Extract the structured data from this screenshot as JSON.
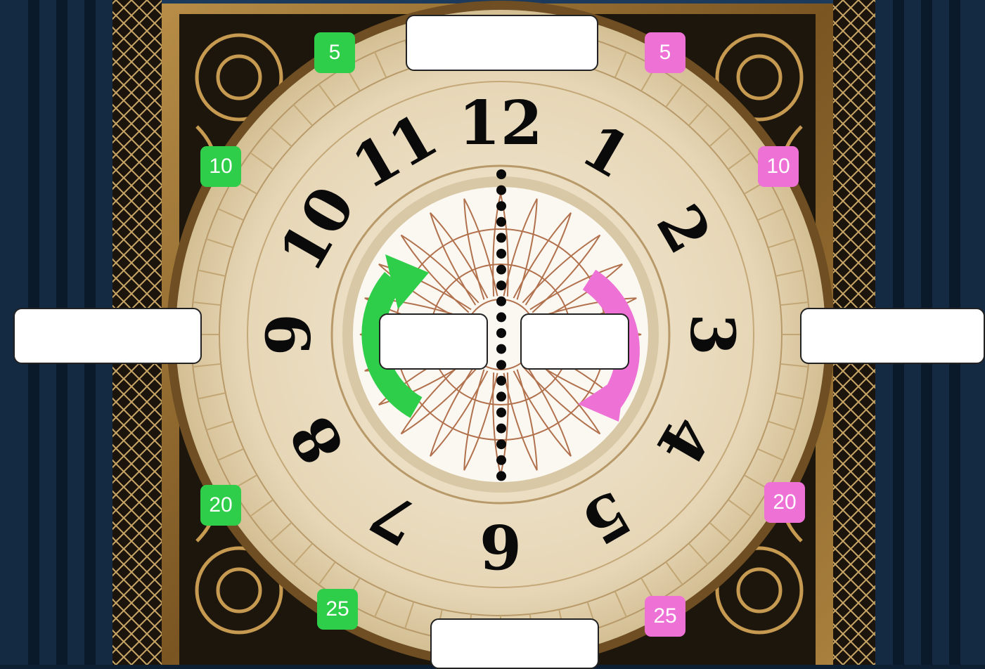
{
  "clock": {
    "numerals": [
      "12",
      "1",
      "2",
      "3",
      "4",
      "5",
      "6",
      "7",
      "8",
      "9",
      "10",
      "11"
    ]
  },
  "badges": {
    "past": [
      "5",
      "10",
      "20",
      "25"
    ],
    "to": [
      "5",
      "10",
      "20",
      "25"
    ]
  },
  "answer_boxes": {
    "top": "",
    "bottom": "",
    "left": "",
    "right": "",
    "center_left": "",
    "center_right": ""
  },
  "colors": {
    "past_green": "#2fce4a",
    "to_pink": "#ee72d6",
    "clock_face": "#e9dcc2",
    "frame_gold": "#8a6528",
    "numeral": "#0a0a0a"
  },
  "icons": {
    "past_arrow": "counterclockwise-arrow-icon",
    "to_arrow": "clockwise-arrow-icon"
  }
}
